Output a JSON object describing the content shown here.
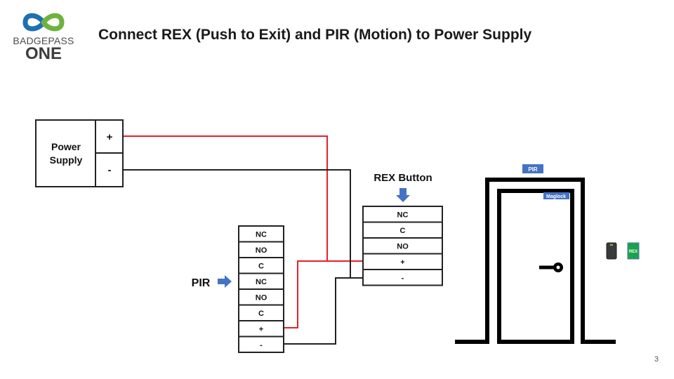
{
  "logo": {
    "brand_line1": "BADGEPASS",
    "brand_line2": "ONE",
    "colors": {
      "blue": "#1f6fb2",
      "green": "#6cb33f"
    }
  },
  "title": "Connect REX (Push to Exit) and PIR (Motion) to Power Supply",
  "page_number": "3",
  "power_supply": {
    "label_line1": "Power",
    "label_line2": "Supply",
    "terminals": [
      "+",
      "-"
    ]
  },
  "pir": {
    "label": "PIR",
    "terminals": [
      "NC",
      "NO",
      "C",
      "NC",
      "NO",
      "C",
      "+",
      "-"
    ]
  },
  "rex": {
    "label": "REX Button",
    "terminals": [
      "NC",
      "C",
      "NO",
      "+",
      "-"
    ]
  },
  "door": {
    "pir_badge": "PIR",
    "maglock_badge": "Maglock",
    "rex_badge": "REX"
  },
  "colors": {
    "positive_wire": "#e8202a",
    "negative_wire": "#222222",
    "arrow": "#4472c4",
    "badge": "#4472c4",
    "rex_badge": "#1aa34a"
  }
}
